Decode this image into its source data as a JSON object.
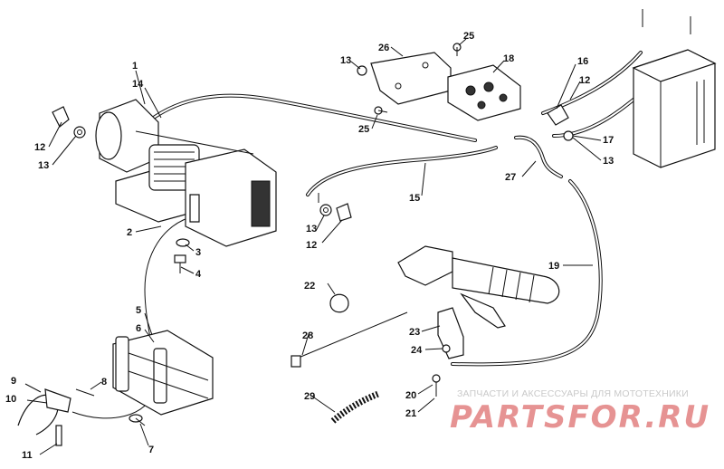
{
  "callouts": {
    "c1": "1",
    "c2": "2",
    "c3": "3",
    "c4": "4",
    "c5": "5",
    "c6": "6",
    "c7": "7",
    "c8": "8",
    "c9": "9",
    "c10": "10",
    "c11": "11",
    "c12a": "12",
    "c12b": "12",
    "c12c": "12",
    "c13a": "13",
    "c13b": "13",
    "c13c": "13",
    "c13d": "13",
    "c14": "14",
    "c15": "15",
    "c16": "16",
    "c17": "17",
    "c18": "18",
    "c19": "19",
    "c20": "20",
    "c21": "21",
    "c22": "22",
    "c23": "23",
    "c24": "24",
    "c25a": "25",
    "c25b": "25",
    "c26": "26",
    "c27": "27",
    "c28": "28",
    "c29": "29"
  },
  "watermark": {
    "tagline": "ЗАПЧАСТИ И АКСЕССУАРЫ ДЛЯ МОТОТЕХНИКИ",
    "brand": "PARTSFOR.RU"
  }
}
